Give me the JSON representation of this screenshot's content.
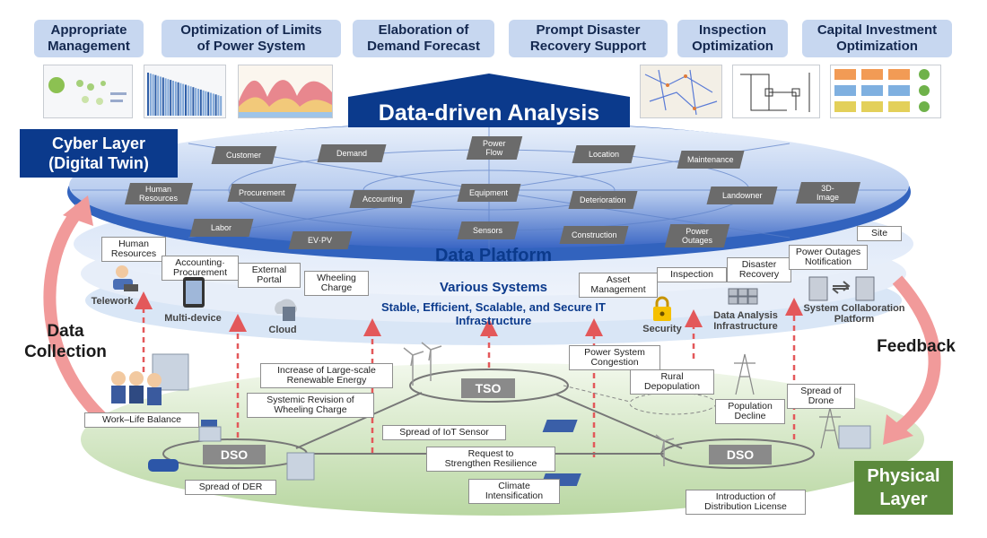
{
  "top_applications": [
    "Appropriate\nManagement",
    "Optimization of Limits\nof Power System",
    "Elaboration of\nDemand Forecast",
    "Prompt Disaster\nRecovery Support",
    "Inspection\nOptimization",
    "Capital Investment\nOptimization"
  ],
  "thumbnails": [
    "app-dashboard-thumbnail",
    "bar-chart-thumbnail",
    "area-chart-thumbnail",
    "map-thumbnail",
    "network-diagram-thumbnail",
    "dashboard-grid-thumbnail"
  ],
  "analysis_title": "Data-driven Analysis",
  "cyber_layer_label": "Cyber Layer\n(Digital Twin)",
  "data_tiles": {
    "customer": "Customer",
    "demand": "Demand",
    "power_flow": "Power\nFlow",
    "location": "Location",
    "maintenance": "Maintenance",
    "human_resources": "Human\nResources",
    "procurement": "Procurement",
    "accounting": "Accounting",
    "equipment": "Equipment",
    "deterioration": "Deterioration",
    "landowner": "Landowner",
    "image_3d": "3D-\nImage",
    "labor": "Labor",
    "ev_pv": "EV·PV",
    "sensors": "Sensors",
    "construction": "Construction",
    "power_outages": "Power\nOutages"
  },
  "data_platform_title": "Data Platform",
  "various_systems_title": "Various Systems",
  "infrastructure_title": "Stable, Efficient, Scalable, and Secure IT\nInfrastructure",
  "system_labels": {
    "human_resources": "Human\nResources",
    "accounting_procurement": "Accounting·\nProcurement",
    "external_portal": "External\nPortal",
    "wheeling_charge": "Wheeling\nCharge",
    "asset_management": "Asset\nManagement",
    "inspection": "Inspection",
    "disaster_recovery": "Disaster\nRecovery",
    "power_outages_notification": "Power Outages\nNotification",
    "site": "Site"
  },
  "infra_icons": {
    "telework": "Telework",
    "multi_device": "Multi-device",
    "cloud": "Cloud",
    "security": "Security",
    "data_analysis": "Data Analysis\nInfrastructure",
    "system_collaboration": "System Collaboration\nPlatform"
  },
  "data_collection_label": "Data\nCollection",
  "feedback_label": "Feedback",
  "physical_layer_label": "Physical\nLayer",
  "grid_nodes": {
    "tso": "TSO",
    "dso_left": "DSO",
    "dso_right": "DSO"
  },
  "physical_notes": {
    "increase_renewable": "Increase of Large-scale\nRenewable Energy",
    "wheeling_revision": "Systemic Revision of\nWheeling Charge",
    "work_life": "Work–Life Balance",
    "iot_sensor": "Spread of IoT Sensor",
    "resilience": "Request to\nStrengthen Resilience",
    "climate": "Climate\nIntensification",
    "der": "Spread of DER",
    "congestion": "Power System\nCongestion",
    "depopulation": "Rural\nDepopulation",
    "population_decline": "Population\nDecline",
    "drone": "Spread of\nDrone",
    "distribution_license": "Introduction of\nDistribution License"
  },
  "colors": {
    "navy": "#0b3a8c",
    "light_blue": "#c7d7f0",
    "green": "#5b8a3c",
    "pink_arrow": "#f19a9a",
    "red_dash": "#e3585a"
  }
}
